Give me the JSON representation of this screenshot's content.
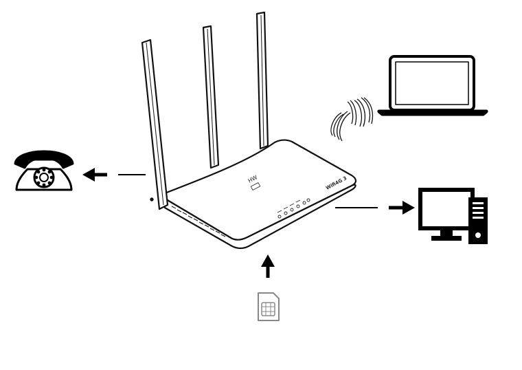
{
  "diagram": {
    "router": {
      "logo_text": "HW",
      "brand_text": "Wifi4G 3",
      "antenna_count": 3,
      "led_count": 6
    },
    "devices": [
      {
        "name": "telephone",
        "icon": "telephone-icon",
        "connection": "wired",
        "direction": "from-router"
      },
      {
        "name": "laptop",
        "icon": "laptop-icon",
        "connection": "wireless"
      },
      {
        "name": "desktop-computer",
        "icon": "desktop-computer-icon",
        "connection": "wired",
        "direction": "from-router"
      },
      {
        "name": "sim-card",
        "icon": "sim-card-icon",
        "connection": "inserted",
        "direction": "into-router"
      }
    ],
    "colors": {
      "stroke": "#111111",
      "fill": "#000000",
      "background": "#ffffff",
      "sim": "#888888"
    }
  }
}
